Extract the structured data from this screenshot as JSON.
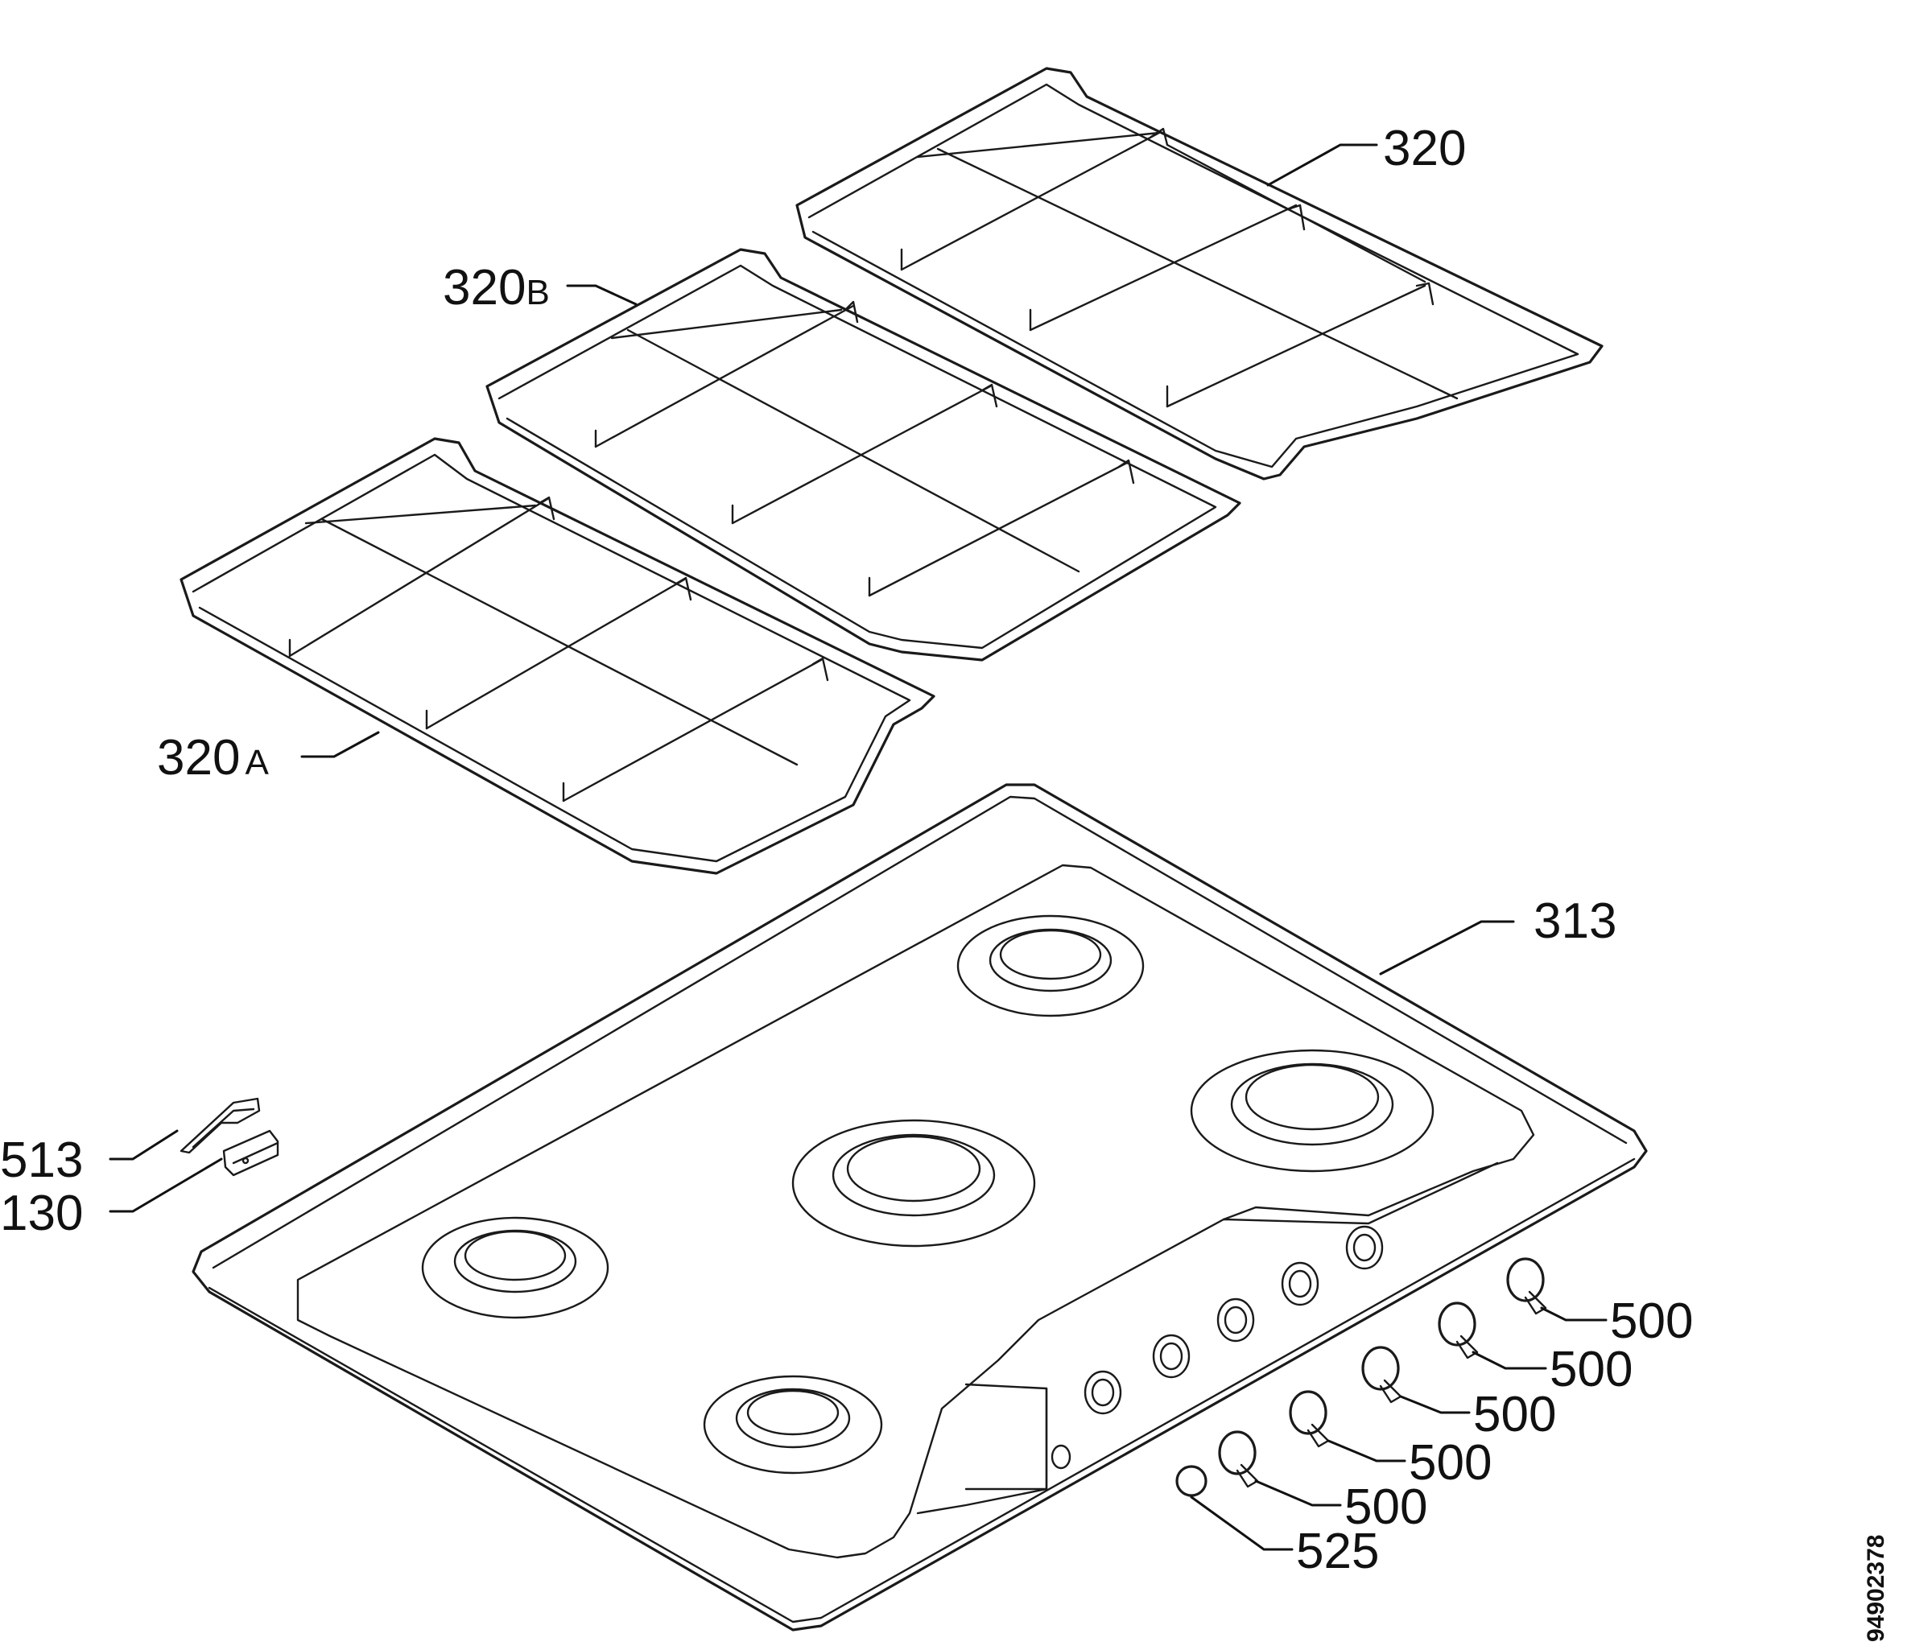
{
  "callouts": {
    "grid_320": "320",
    "grid_320b": {
      "num": "320",
      "suffix": "B"
    },
    "grid_320a": {
      "num": "320",
      "suffix": "A"
    },
    "hob_313": "313",
    "clip_513": "513",
    "part_130": "130",
    "knob_label": "500",
    "button_525": "525"
  },
  "document_number": "94902378",
  "colors": {
    "line": "#1a1a1a",
    "background": "#ffffff"
  }
}
